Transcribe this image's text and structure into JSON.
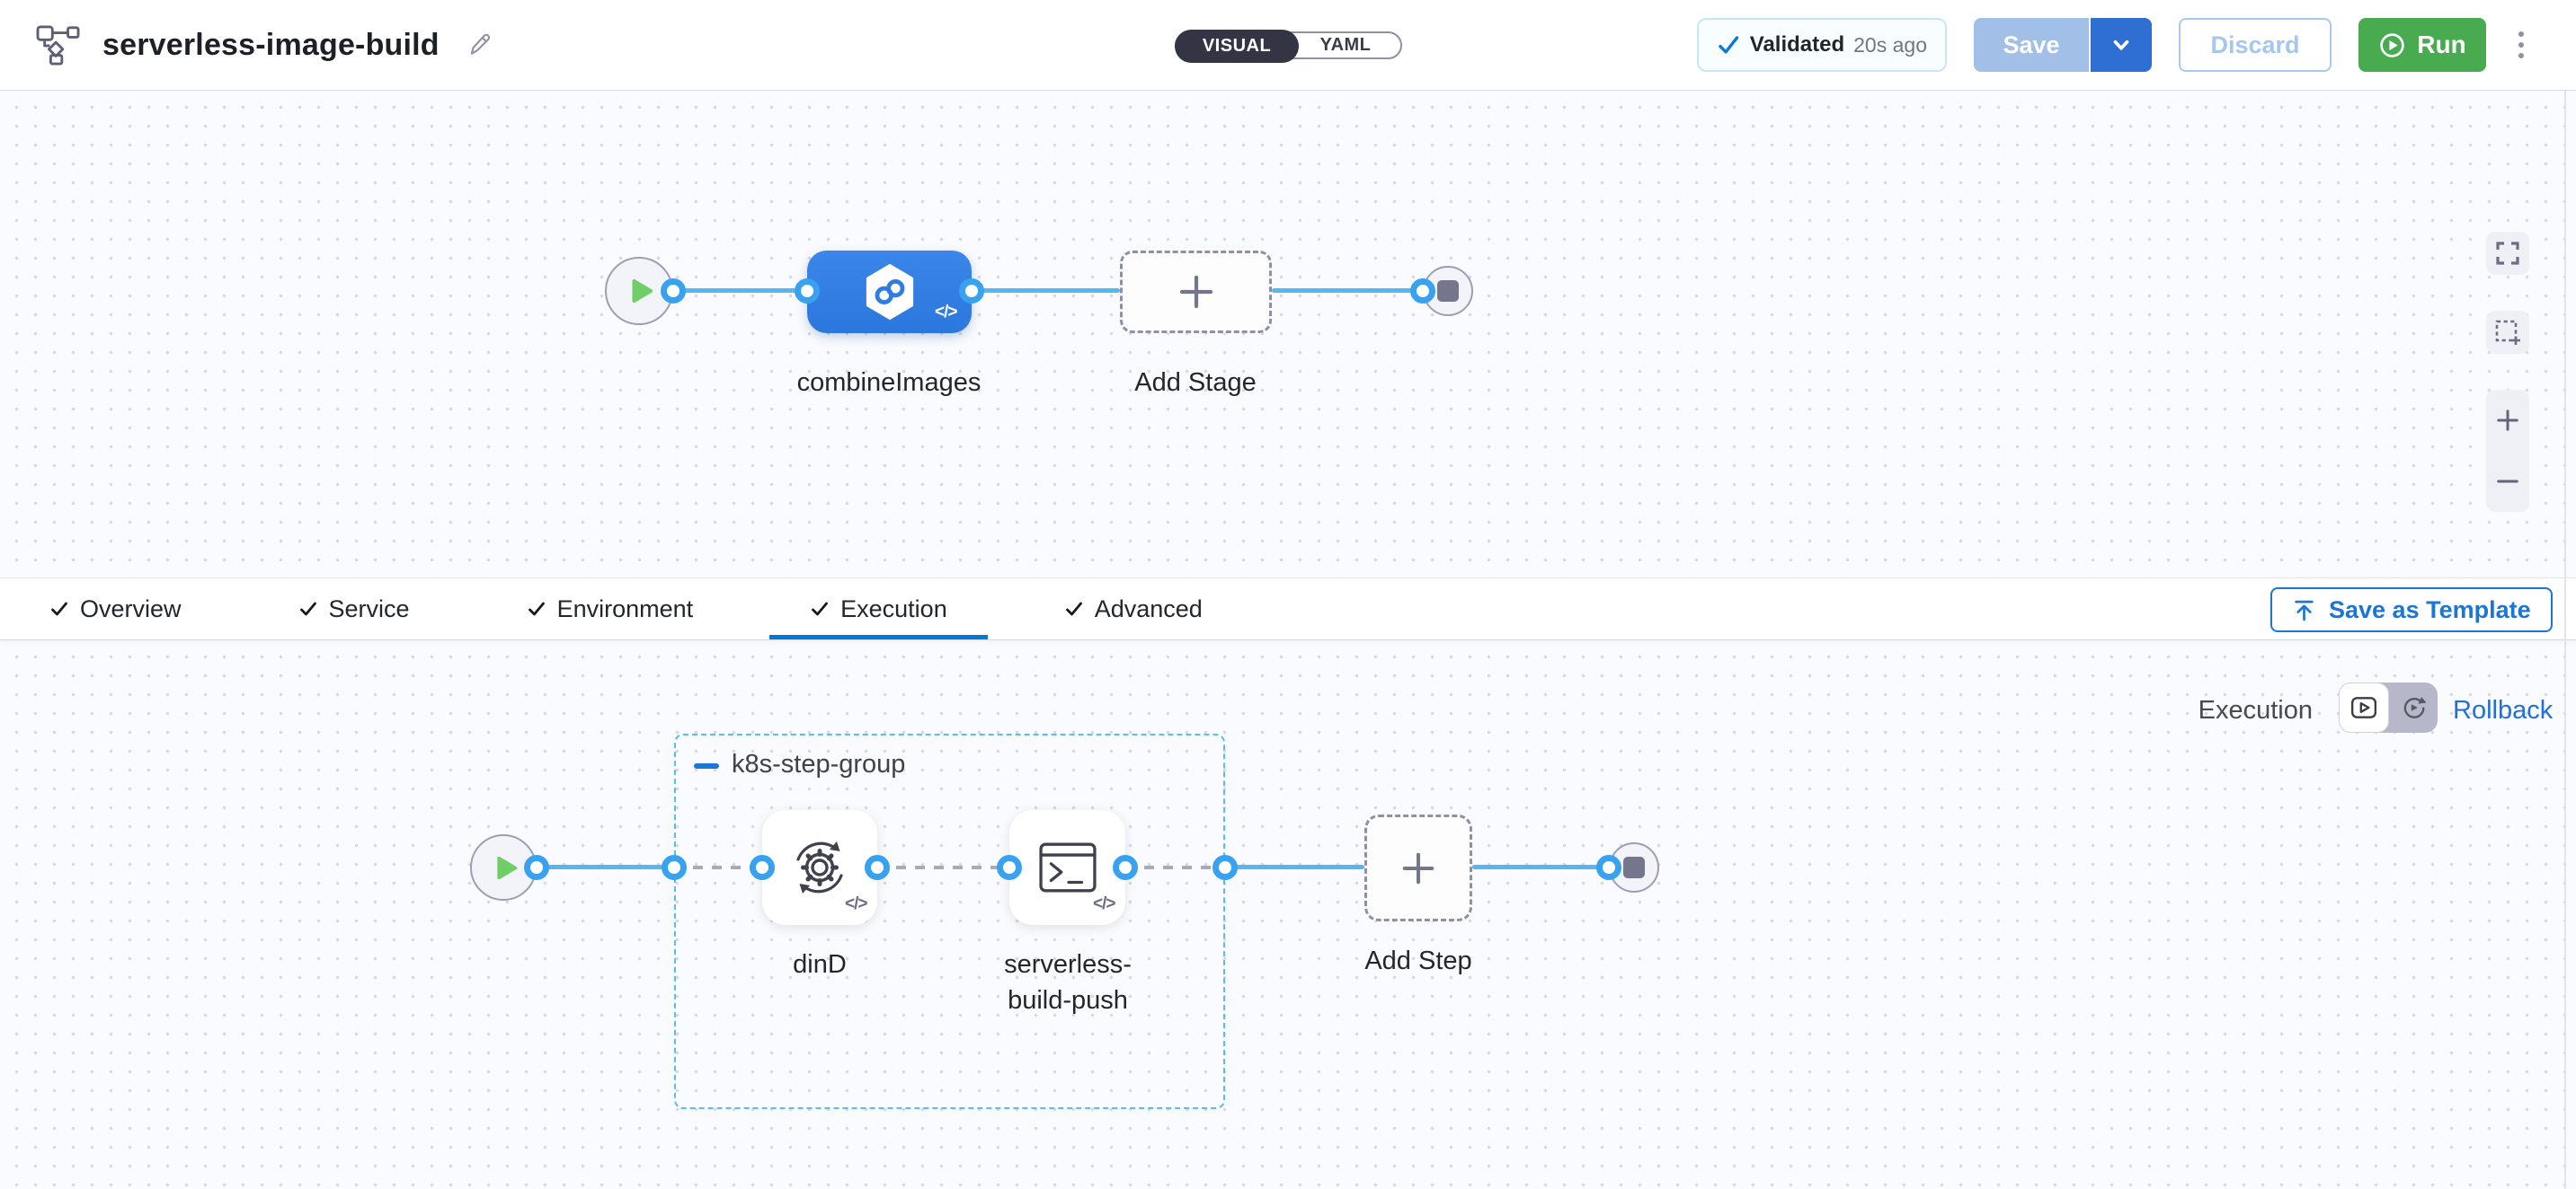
{
  "header": {
    "title": "serverless-image-build",
    "mode_toggle": {
      "visual": "VISUAL",
      "yaml": "YAML"
    },
    "validation": {
      "status": "Validated",
      "time": "20s ago"
    },
    "save_label": "Save",
    "discard_label": "Discard",
    "run_label": "Run"
  },
  "stage_canvas": {
    "stage_name": "combineImages",
    "add_stage_label": "Add Stage"
  },
  "tabs": {
    "items": [
      {
        "label": "Overview",
        "checked": true
      },
      {
        "label": "Service",
        "checked": true
      },
      {
        "label": "Environment",
        "checked": true
      },
      {
        "label": "Execution",
        "checked": true
      },
      {
        "label": "Advanced",
        "checked": true
      }
    ],
    "active": "Execution",
    "save_as_template_label": "Save as Template"
  },
  "execution_panel": {
    "view_label": "Execution",
    "rollback_label": "Rollback",
    "step_group": {
      "name": "k8s-step-group",
      "steps": [
        {
          "name": "dinD",
          "icon": "gear-sync-icon"
        },
        {
          "name": "serverless-build-push",
          "icon": "terminal-icon"
        }
      ]
    },
    "add_step_label": "Add Step"
  },
  "glyphs": {
    "code_badge": "</>"
  },
  "colors": {
    "primary_blue": "#0278d5",
    "stage_node_blue": "#2f7de3",
    "connector_blue": "#54b7f0",
    "port_ring_blue": "#38a2f1",
    "group_border_blue": "#57bdf2",
    "run_green": "#48ab4f",
    "save_disabled_blue": "#a2bfe7",
    "save_caret_blue": "#2f6fd3",
    "start_play_green": "#6fce66"
  }
}
